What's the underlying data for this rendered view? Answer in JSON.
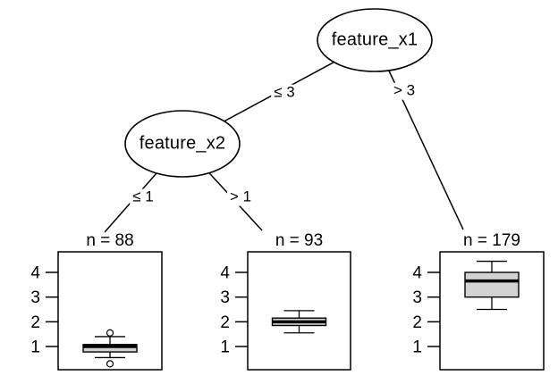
{
  "tree": {
    "nodes": [
      {
        "label": "feature_x1"
      },
      {
        "label": "feature_x2"
      }
    ],
    "edges": [
      {
        "label": "≤ 3"
      },
      {
        "label": "> 3"
      },
      {
        "label": "≤ 1"
      },
      {
        "label": "> 1"
      }
    ]
  },
  "chart_data": [
    {
      "type": "boxplot",
      "title": "n = 88",
      "n": 88,
      "yticks": [
        1,
        2,
        3,
        4
      ],
      "ylim": [
        0.1,
        4.8
      ],
      "stats": {
        "median": 1.0,
        "q1": 0.78,
        "q3": 1.08,
        "whisker_low": 0.55,
        "whisker_high": 1.4,
        "outliers": [
          1.55,
          0.3
        ]
      }
    },
    {
      "type": "boxplot",
      "title": "n = 93",
      "n": 93,
      "yticks": [
        1,
        2,
        3,
        4
      ],
      "ylim": [
        0.1,
        4.8
      ],
      "stats": {
        "median": 2.0,
        "q1": 1.85,
        "q3": 2.15,
        "whisker_low": 1.55,
        "whisker_high": 2.45,
        "outliers": []
      }
    },
    {
      "type": "boxplot",
      "title": "n = 179",
      "n": 179,
      "yticks": [
        1,
        2,
        3,
        4
      ],
      "ylim": [
        0.1,
        4.8
      ],
      "stats": {
        "median": 3.65,
        "q1": 3.0,
        "q3": 4.0,
        "whisker_low": 2.5,
        "whisker_high": 4.45,
        "outliers": []
      }
    }
  ],
  "colors": {
    "line": "#000000",
    "box_fill": "#d3d3d3",
    "background": "#ffffff"
  }
}
